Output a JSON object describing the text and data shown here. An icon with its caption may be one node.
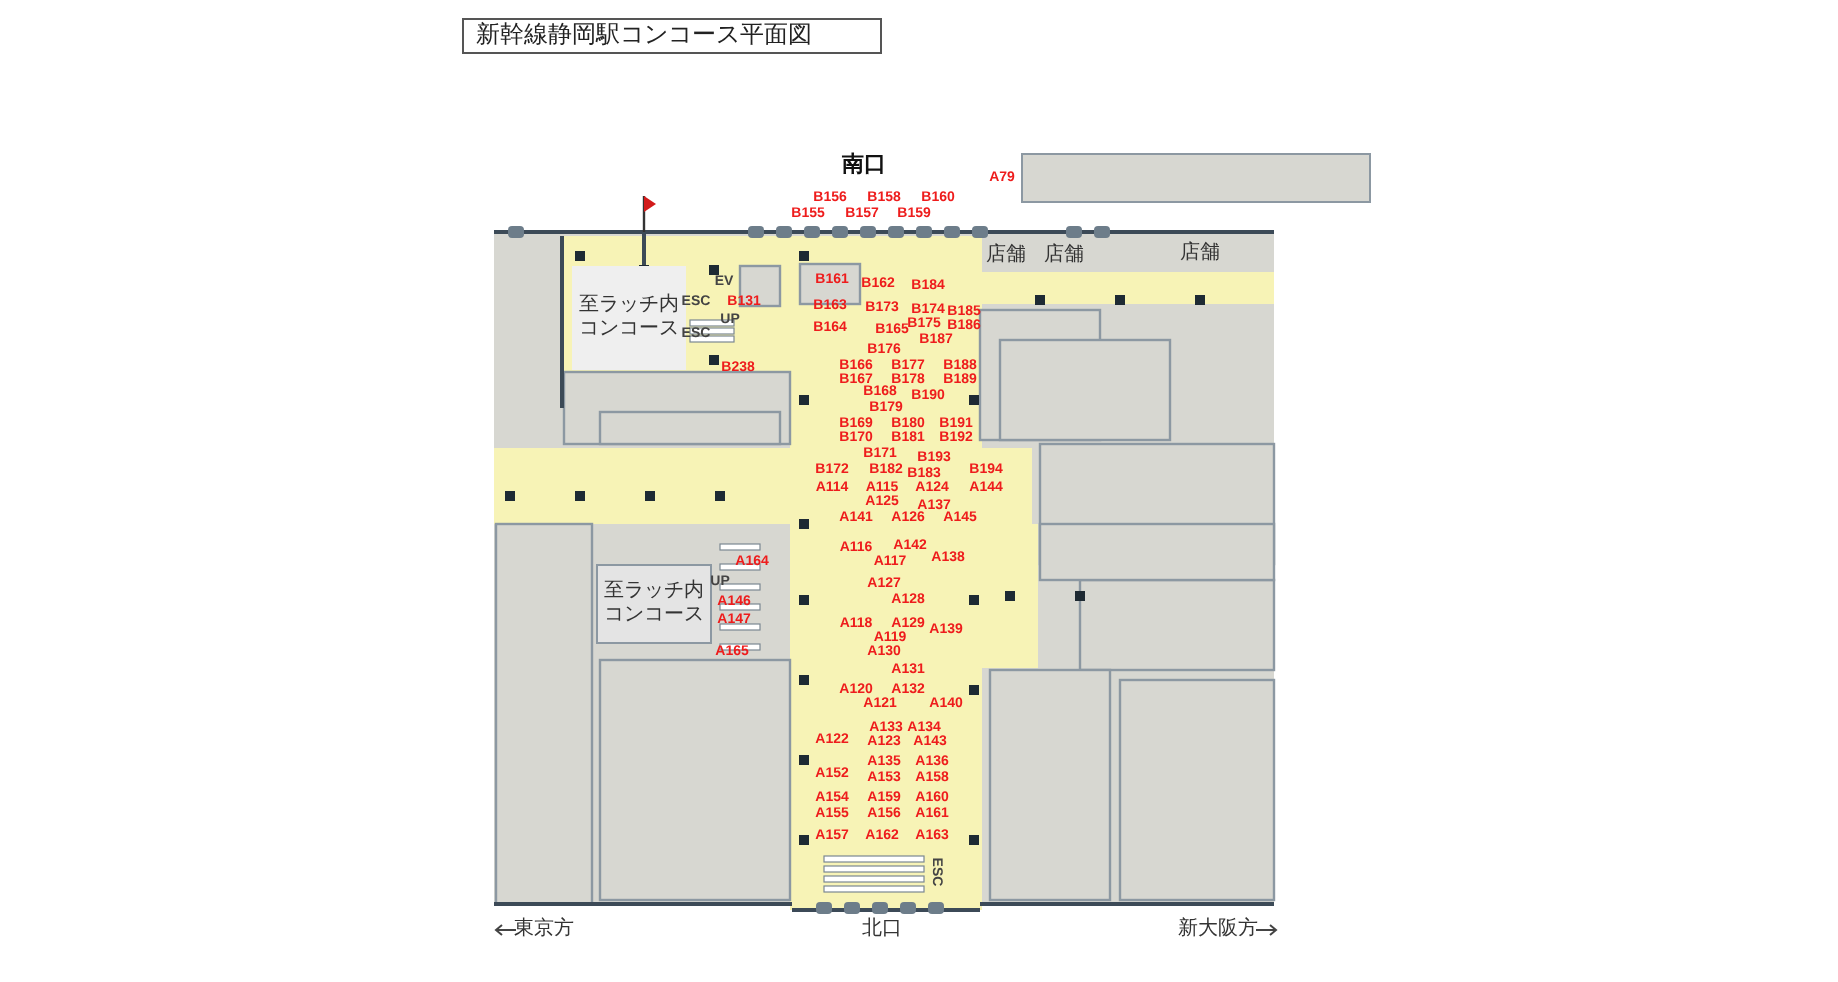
{
  "diagram": {
    "title": "新幹線静岡駅コンコース平面図",
    "nodes": [
      {
        "text": [
          "至ラッチ内コンコース"
        ]
      },
      {
        "text": [
          "至ラッチ内コンコース"
        ]
      },
      {
        "text": [
          "店舗"
        ]
      },
      {
        "text": [
          "店舗"
        ]
      },
      {
        "text": [
          "店舗"
        ]
      }
    ],
    "labels": [
      "南口",
      "A79",
      "B156",
      "B158",
      "B160",
      "B155",
      "B157",
      "B159",
      "EV",
      "B161",
      "B162",
      "B184",
      "ESC",
      "B131",
      "B163",
      "B173",
      "B174",
      "B185",
      "UP",
      "B164",
      "B165",
      "B175",
      "B186",
      "ESC",
      "B187",
      "B176",
      "B238",
      "B166",
      "B177",
      "B188",
      "B167",
      "B178",
      "B189",
      "B168",
      "B190",
      "B179",
      "B169",
      "B180",
      "B191",
      "B170",
      "B181",
      "B192",
      "B171",
      "B193",
      "B172",
      "B182",
      "B183",
      "B194",
      "A114",
      "A115",
      "A124",
      "A144",
      "A125",
      "A137",
      "A141",
      "A126",
      "A145",
      "A116",
      "A142",
      "A164",
      "A117",
      "A138",
      "UP",
      "A127",
      "A146",
      "A128",
      "A147",
      "A118",
      "A129",
      "A139",
      "A119",
      "A165",
      "A130",
      "A131",
      "A120",
      "A132",
      "A121",
      "A140",
      "A133",
      "A134",
      "A122",
      "A123",
      "A143",
      "A135",
      "A136",
      "A152",
      "A153",
      "A158",
      "A154",
      "A159",
      "A160",
      "A155",
      "A156",
      "A161",
      "A157",
      "A162",
      "A163",
      "ESC",
      "東京方",
      "北口",
      "新大阪方"
    ]
  }
}
